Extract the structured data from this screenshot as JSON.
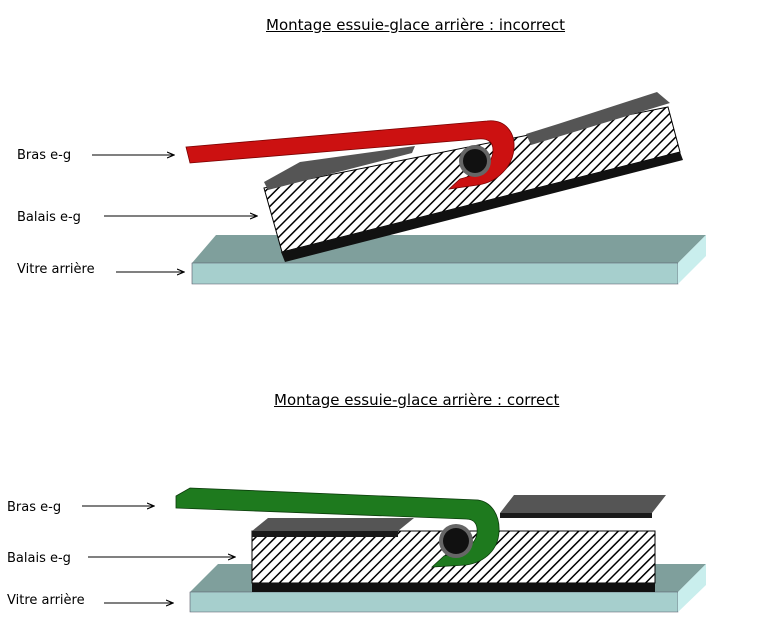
{
  "diagrams": [
    {
      "title": "Montage essuie-glace arrière : incorrect",
      "labels": {
        "arm": "Bras e-g",
        "blade": "Balais e-g",
        "glass": "Vitre arrière"
      },
      "arm_color": "#cc1111"
    },
    {
      "title": "Montage essuie-glace arrière : correct",
      "labels": {
        "arm": "Bras e-g",
        "blade": "Balais e-g",
        "glass": "Vitre arrière"
      },
      "arm_color": "#1e7a1e"
    }
  ],
  "colors": {
    "glass_top": "#7f9f9c",
    "glass_front": "#a6cfcd",
    "glass_side": "#c9eeed",
    "plate": "#555555",
    "rubber": "#111111"
  }
}
